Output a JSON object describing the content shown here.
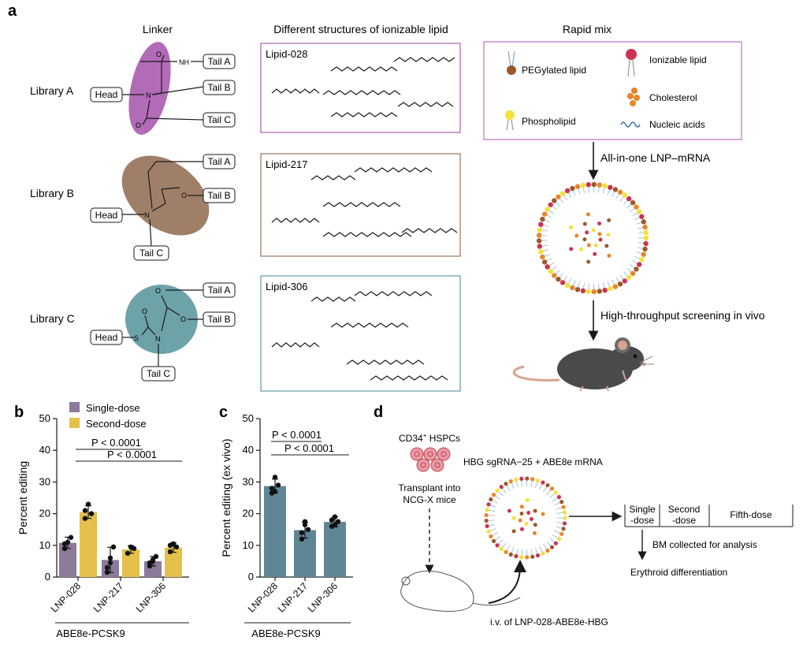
{
  "panel_a": {
    "letter": "a",
    "header_linker": "Linker",
    "header_structures": "Different structures of ionizable lipid",
    "header_rapid": "Rapid mix",
    "libraries": [
      {
        "name": "Library A",
        "lipid": "Lipid-028",
        "color": "#b26bb7"
      },
      {
        "name": "Library B",
        "lipid": "Lipid-217",
        "color": "#a07f69"
      },
      {
        "name": "Library C",
        "lipid": "Lipid-306",
        "color": "#6ea2a9"
      }
    ],
    "box_labels": {
      "head": "Head",
      "tail_a": "Tail A",
      "tail_b": "Tail B",
      "tail_c": "Tail C"
    },
    "atoms": {
      "n": "N",
      "o": "O",
      "nh": "NH",
      "h": "H",
      "s": "S"
    },
    "legend": {
      "pegylated": "PEGylated lipid",
      "ionizable": "Ionizable lipid",
      "cholesterol": "Cholesterol",
      "phospholipid": "Phospholipid",
      "nucleic": "Nucleic acids"
    },
    "arrow1": "All-in-one LNP–mRNA",
    "arrow2": "High-throughput screening in vivo",
    "colors": {
      "box_028": "#b26bb7",
      "box_217": "#a07f69",
      "box_306": "#6ea2a9",
      "legend_box": "#c47cc7"
    }
  },
  "panel_b": {
    "letter": "b",
    "legend_single": "Single-dose",
    "legend_second": "Second-dose",
    "stat1": "P < 0.0001",
    "stat2": "P < 0.0001",
    "group_label": "ABE8e-PCSK9"
  },
  "panel_c": {
    "letter": "c",
    "stat1": "P < 0.0001",
    "stat2": "P < 0.0001",
    "group_label": "ABE8e-PCSK9"
  },
  "panel_d": {
    "letter": "d",
    "cells_label": "CD34",
    "cells_sup": "+",
    "cells_suffix": " HSPCs",
    "mrna_label": "HBG sgRNA−25 + ABE8e mRNA",
    "transplant1": "Transplant into",
    "transplant2": "NCG-X mice",
    "timeline": {
      "single1": "Single",
      "single2": "-dose",
      "second1": "Second",
      "second2": "-dose",
      "fifth": "Fifth-dose"
    },
    "bm": "BM collected for analysis",
    "erythroid": "Erythroid differentiation",
    "iv": "i.v. of LNP-028-ABE8e-HBG"
  },
  "chart_data": [
    {
      "type": "bar",
      "categories": [
        "LNP-028",
        "LNP-217",
        "LNP-306"
      ],
      "series": [
        {
          "name": "Single-dose",
          "values": [
            10.8,
            5.4,
            5.0
          ],
          "errors": [
            1.8,
            4.0,
            1.5
          ],
          "points": [
            [
              9.0,
              11.0,
              12.5,
              10.5
            ],
            [
              1.5,
              4.5,
              9.5,
              3.0,
              6.0
            ],
            [
              3.5,
              5.0,
              6.5,
              4.5,
              5.5
            ]
          ],
          "color": "#8b7a9a"
        },
        {
          "name": "Second-dose",
          "values": [
            20.5,
            8.7,
            9.3
          ],
          "errors": [
            2.0,
            1.2,
            1.5
          ],
          "points": [
            [
              18.5,
              23.0,
              20.0,
              21.0
            ],
            [
              7.5,
              9.5,
              9.0
            ],
            [
              8.0,
              10.5,
              9.5,
              10.0
            ]
          ],
          "color": "#e5c04a"
        }
      ],
      "ylabel": "Percent editing",
      "ylim": [
        0,
        50
      ],
      "yticks": [
        0,
        10,
        20,
        30,
        40,
        50
      ]
    },
    {
      "type": "bar",
      "categories": [
        "LNP-028",
        "LNP-217",
        "LNP-306"
      ],
      "series": [
        {
          "values": [
            28.7,
            14.8,
            17.4
          ],
          "errors": [
            2.2,
            2.5,
            1.6
          ],
          "points": [
            [
              26.5,
              31.5,
              29.0,
              28.0,
              27.0
            ],
            [
              12.0,
              17.5,
              15.0,
              14.0,
              16.5
            ],
            [
              16.0,
              19.0,
              17.5,
              18.0,
              16.5
            ]
          ],
          "color": "#5f8696"
        }
      ],
      "ylabel": "Percent editing (ex vivo)",
      "ylim": [
        0,
        50
      ],
      "yticks": [
        0,
        10,
        20,
        30,
        40,
        50
      ]
    }
  ]
}
